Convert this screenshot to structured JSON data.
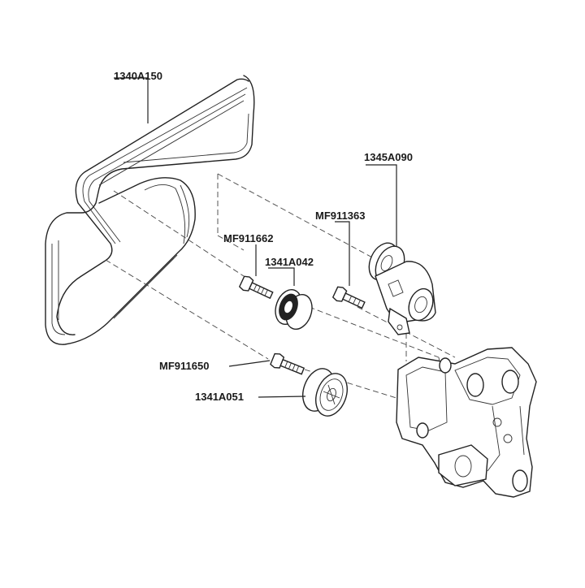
{
  "labels": {
    "belt": "1340A150",
    "tensioner": "1345A090",
    "bolt_tensioner": "MF911363",
    "bolt_idler_upper": "MF911662",
    "idler_upper": "1341A042",
    "bolt_idler_lower": "MF911650",
    "idler_lower": "1341A051"
  }
}
